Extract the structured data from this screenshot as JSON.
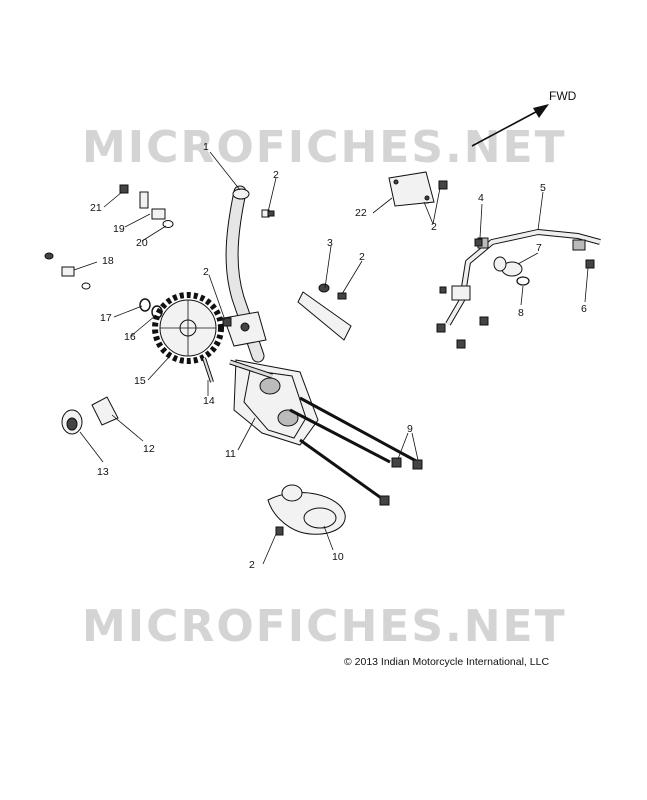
{
  "watermark": {
    "top": "MICROFICHES.NET",
    "bottom": "MICROFICHES.NET"
  },
  "direction_label": "FWD",
  "copyright": "© 2013 Indian Motorcycle International, LLC",
  "callouts": [
    {
      "id": "c1",
      "text": "1"
    },
    {
      "id": "c2a",
      "text": "2"
    },
    {
      "id": "c2b",
      "text": "2"
    },
    {
      "id": "c2c",
      "text": "2"
    },
    {
      "id": "c2d",
      "text": "2"
    },
    {
      "id": "c2e",
      "text": "2"
    },
    {
      "id": "c3",
      "text": "3"
    },
    {
      "id": "c4",
      "text": "4"
    },
    {
      "id": "c5",
      "text": "5"
    },
    {
      "id": "c6",
      "text": "6"
    },
    {
      "id": "c7",
      "text": "7"
    },
    {
      "id": "c8",
      "text": "8"
    },
    {
      "id": "c9",
      "text": "9"
    },
    {
      "id": "c10",
      "text": "10"
    },
    {
      "id": "c11",
      "text": "11"
    },
    {
      "id": "c12",
      "text": "12"
    },
    {
      "id": "c13",
      "text": "13"
    },
    {
      "id": "c14",
      "text": "14"
    },
    {
      "id": "c15",
      "text": "15"
    },
    {
      "id": "c16",
      "text": "16"
    },
    {
      "id": "c17",
      "text": "17"
    },
    {
      "id": "c18",
      "text": "18"
    },
    {
      "id": "c19",
      "text": "19"
    },
    {
      "id": "c20",
      "text": "20"
    },
    {
      "id": "c21",
      "text": "21"
    },
    {
      "id": "c22",
      "text": "22"
    }
  ]
}
